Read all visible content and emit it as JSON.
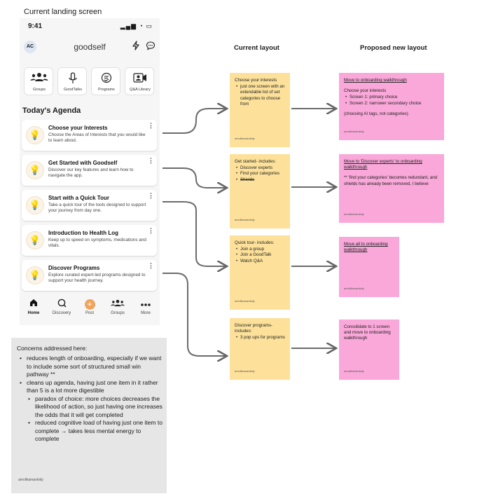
{
  "labels": {
    "current_screen": "Current landing screen",
    "current_layout": "Current layout",
    "proposed_layout": "Proposed new layout"
  },
  "phone": {
    "status": {
      "time": "9:41",
      "icons": "▂▄▆ ◔ ▭"
    },
    "header": {
      "avatar": "AC",
      "title": "goodself",
      "bolt_icon": "bolt-icon",
      "chat_icon": "chat-icon"
    },
    "quick_tiles": [
      {
        "label": "Groups",
        "icon": "groups-icon",
        "glyph": "👥"
      },
      {
        "label": "GoodTalks",
        "icon": "microphone-icon",
        "glyph": "🎙"
      },
      {
        "label": "Programs",
        "icon": "programs-icon",
        "glyph": "☷"
      },
      {
        "label": "Q&A Library",
        "icon": "video-person-icon",
        "glyph": "▣"
      }
    ],
    "agenda_title": "Today's Agenda",
    "agenda": [
      {
        "title": "Choose your Interests",
        "desc": "Choose the Areas of Interests that you would like to learn about."
      },
      {
        "title": "Get Started with Goodself",
        "desc": "Discover our key features and learn how to navigate the app."
      },
      {
        "title": "Start with a Quick Tour",
        "desc": "Take a quick tour of the tools designed to support your journey from day one."
      },
      {
        "title": "Introduction to Health Log",
        "desc": "Keep up to speed on symptoms, medications and vitals."
      },
      {
        "title": "Discover Programs",
        "desc": "Explore curated expert-led programs designed to support your health journey."
      }
    ],
    "tabs": [
      {
        "label": "Home",
        "icon": "home-icon",
        "glyph": "⌂",
        "active": true
      },
      {
        "label": "Discovery",
        "icon": "search-icon",
        "glyph": "⚲",
        "active": false
      },
      {
        "label": "Post",
        "icon": "plus-icon",
        "glyph": "+",
        "active": false
      },
      {
        "label": "Groups",
        "icon": "groups-icon",
        "glyph": "👥",
        "active": false
      },
      {
        "label": "More",
        "icon": "more-icon",
        "glyph": "•••",
        "active": false
      }
    ]
  },
  "concerns": {
    "title": "Concerns addressed here:",
    "items": [
      "reduces length of onboarding, especially if we want to include some sort of structured small win pathway **",
      "cleans up agenda, having just one item in it rather than 5 is a lot more digestible"
    ],
    "sub_items": [
      "paradox of choice: more choices decreases the likelihood of action, so just having one increases the odds that it will get completed",
      "reduced cognitive load of having just one item to complete → takes less mental energy to complete"
    ],
    "author": "amolikamankidy"
  },
  "current_notes": [
    {
      "title": "Choose your interests",
      "bullets": [
        "just one screen with an extendable list of set categories to choose from"
      ],
      "author": "amolikamankidy"
    },
    {
      "title": "Get started- includes:",
      "bullets": [
        "Discover experts",
        "Find your categories",
        "Shields"
      ],
      "author": "amolikamankidy"
    },
    {
      "title": "Quick tour- includes:",
      "bullets": [
        "Join a group",
        "Join a GoodTalk",
        "Watch Q&A"
      ],
      "author": "amolikamankidy"
    },
    {
      "title": "Discover programs- includes:",
      "bullets": [
        "3 pop ups for programs"
      ],
      "author": "amolikamankidy"
    }
  ],
  "proposed_notes": [
    {
      "heading": "Move to  onboarding walkthrough",
      "line1": "Choose your interests",
      "bullets": [
        "Screen 1: primary choice",
        "Screen 2: narrower secondary choice"
      ],
      "line2": "(choosing AI tags, not categories)",
      "author": "amolikamankidy"
    },
    {
      "heading": "Move to 'Discover experts' to onboarding walkthrough",
      "body": "**  'find your categories' becomes redundant, and shields has already been removed, I believe",
      "author": "amolikamankidy"
    },
    {
      "heading": "Move all to onboarding walkthrough",
      "author": "amolikamankidy"
    },
    {
      "body": "Consolidate to 1 screen and move to onboarding walkthrough",
      "author": "amolikamankidy"
    }
  ],
  "colors": {
    "yellow_note": "#fde19a",
    "pink_note": "#f9a8d9",
    "concerns_bg": "#e6e6e6",
    "accent_orange": "#f0a45b"
  }
}
